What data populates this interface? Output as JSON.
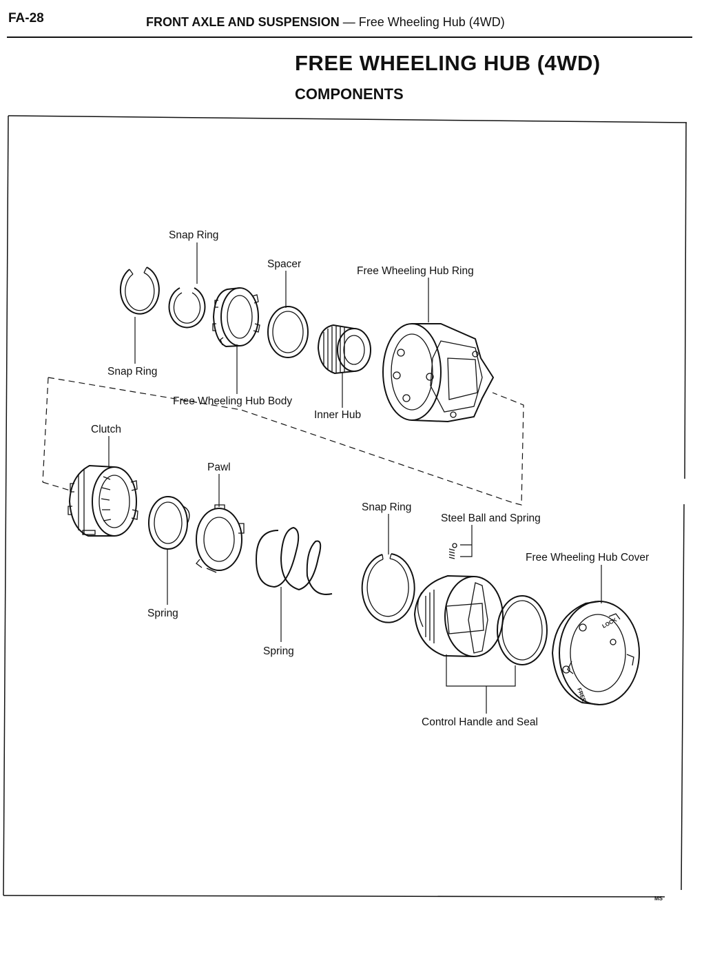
{
  "header": {
    "page_code": "FA-28",
    "section": "FRONT AXLE AND SUSPENSION",
    "separator": "—",
    "subsection": "Free Wheeling Hub (4WD)"
  },
  "title": "FREE WHEELING HUB (4WD)",
  "subtitle": "COMPONENTS",
  "figure": {
    "code": "MS",
    "labels": {
      "snap_ring_top": "Snap Ring",
      "snap_ring_left": "Snap Ring",
      "spacer": "Spacer",
      "free_wheeling_hub_ring": "Free Wheeling Hub Ring",
      "free_wheeling_hub_body": "Free Wheeling Hub Body",
      "inner_hub": "Inner Hub",
      "clutch": "Clutch",
      "pawl": "Pawl",
      "snap_ring_lower": "Snap Ring",
      "steel_ball_and_spring": "Steel Ball and Spring",
      "free_wheeling_hub_cover": "Free Wheeling Hub Cover",
      "spring_left": "Spring",
      "spring_middle": "Spring",
      "control_handle_and_seal": "Control Handle and Seal",
      "cover_lock_text": "LOCK",
      "cover_free_text": "FREE"
    }
  }
}
